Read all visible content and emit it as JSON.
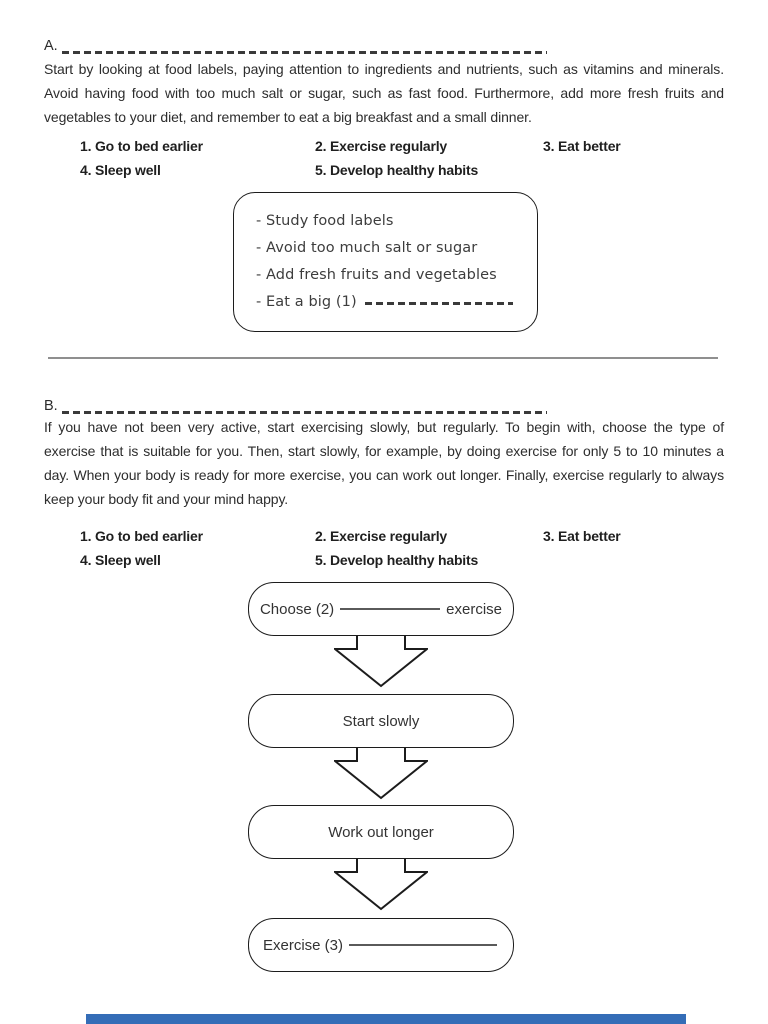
{
  "section_a": {
    "label": "A.",
    "paragraph": "Start by looking at food labels, paying attention to ingredients and nutrients, such as vitamins and minerals. Avoid having food with too much salt or sugar, such as fast food. Furthermore, add more fresh fruits and vegetables to your diet, and remember to eat a big breakfast and a small dinner.",
    "options": [
      {
        "label": "1. Go to bed earlier"
      },
      {
        "label": "2. Exercise regularly"
      },
      {
        "label": "3. Eat better"
      },
      {
        "label": "4. Sleep well"
      },
      {
        "label": "5. Develop healthy habits"
      }
    ],
    "box_items": [
      "- Study food labels",
      "- Avoid too much salt or sugar",
      "- Add fresh fruits and vegetables",
      "- Eat a big (1)"
    ]
  },
  "section_b": {
    "label": "B.",
    "paragraph": "If you have not been very active, start exercising slowly, but regularly. To begin with, choose the type of exercise that is suitable for you. Then, start slowly, for example, by doing exercise for only 5 to 10 minutes a day. When your body is ready for more exercise, you can work out longer. Finally, exercise regularly to always keep your body fit and your mind happy.",
    "options": [
      {
        "label": "1. Go to bed earlier"
      },
      {
        "label": "2. Exercise regularly"
      },
      {
        "label": "3. Eat better"
      },
      {
        "label": "4. Sleep well"
      },
      {
        "label": "5. Develop healthy habits"
      }
    ],
    "flow": {
      "step1_prefix": "Choose (2)",
      "step1_suffix": "exercise",
      "step2": "Start slowly",
      "step3": "Work out longer",
      "step4_prefix": "Exercise (3)"
    }
  },
  "colors": {
    "accent_bar": "#346db7",
    "divider": "#8f8f8f",
    "outline": "#1c1c1c"
  }
}
